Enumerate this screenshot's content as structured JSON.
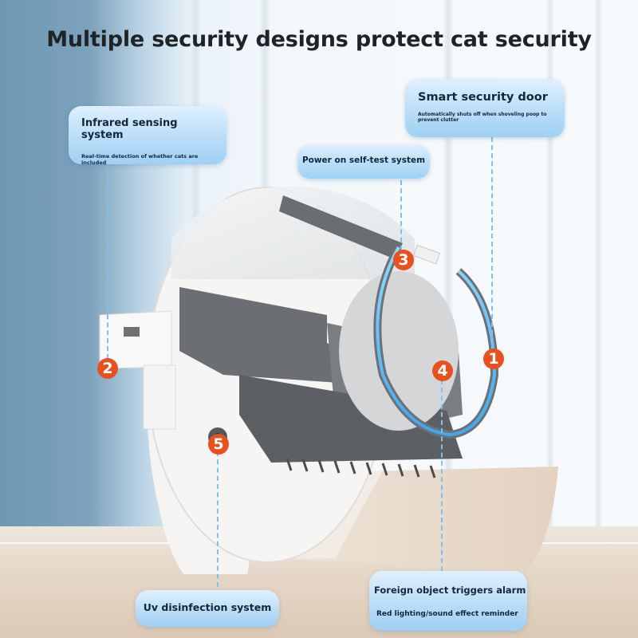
{
  "page": {
    "title": "Multiple security designs protect cat security"
  },
  "callouts": [
    {
      "id": 1,
      "title": "Smart security door",
      "description": "Automatically shuts off when shoveling poop to prevent clutter"
    },
    {
      "id": 2,
      "title": "Infrared sensing system",
      "description": "Real-time detection of whether cats are included"
    },
    {
      "id": 3,
      "title": "Power on self-test system",
      "description": ""
    },
    {
      "id": 4,
      "title": "Foreign object triggers alarm",
      "description": "Red lighting/sound effect reminder"
    },
    {
      "id": 5,
      "title": "Uv disinfection system",
      "description": ""
    }
  ],
  "markers": [
    {
      "label": "1"
    },
    {
      "label": "2"
    },
    {
      "label": "3"
    },
    {
      "label": "4"
    },
    {
      "label": "5"
    }
  ],
  "colors": {
    "marker": "#e8501e",
    "callout_top": "#dff0fd",
    "callout_bottom": "#9fd0f4",
    "leader_line": "#7fc0ee",
    "title_text": "#1f2326"
  }
}
